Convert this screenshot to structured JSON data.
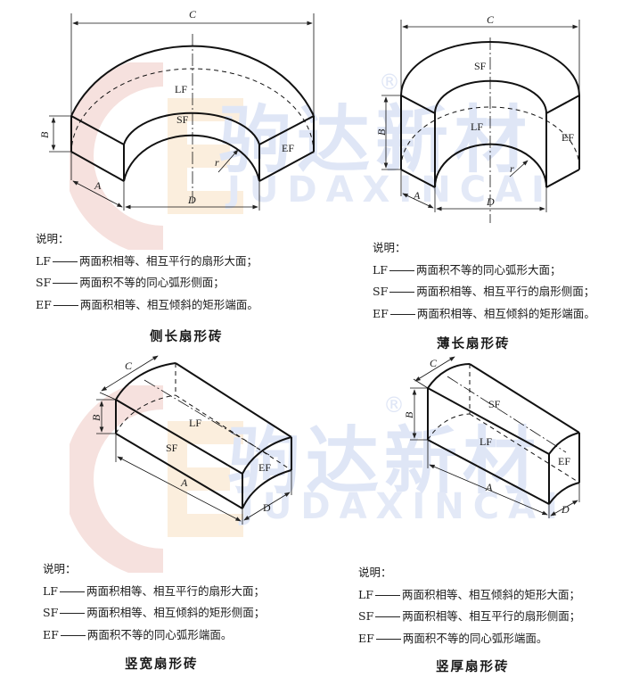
{
  "watermark": {
    "brand_cn": "驹达新材",
    "brand_en": "JUDAXINCAI",
    "registered_mark": "®",
    "colors": {
      "text_blue": "#dfe6f6",
      "logo_red": "#f6e1de",
      "logo_orange": "#fbeedd"
    }
  },
  "figures": [
    {
      "id": "side-long",
      "title": "侧长扇形砖",
      "dimension_labels": {
        "top": "C",
        "height": "B",
        "depth": "A",
        "bottom": "D",
        "radius": "r"
      },
      "face_labels": {
        "LF": "LF",
        "SF": "SF",
        "EF": "EF"
      },
      "notes_heading": "说明：",
      "notes": [
        {
          "code": "LF",
          "text": "两面积相等、相互平行的扇形大面；"
        },
        {
          "code": "SF",
          "text": "两面积不等的同心弧形侧面；"
        },
        {
          "code": "EF",
          "text": "两面积相等、相互倾斜的矩形端面。"
        }
      ]
    },
    {
      "id": "thin-long",
      "title": "薄长扇形砖",
      "dimension_labels": {
        "top": "C",
        "height": "B",
        "depth": "A",
        "bottom": "D",
        "radius": "r"
      },
      "face_labels": {
        "LF": "LF",
        "SF": "SF",
        "EF": "EF"
      },
      "notes_heading": "说明：",
      "notes": [
        {
          "code": "LF",
          "text": "两面积不等的同心弧形大面；"
        },
        {
          "code": "SF",
          "text": "两面积相等、相互平行的扇形侧面；"
        },
        {
          "code": "EF",
          "text": "两面积相等、相互倾斜的矩形端面。"
        }
      ]
    },
    {
      "id": "vertical-wide",
      "title": "竖宽扇形砖",
      "dimension_labels": {
        "top": "C",
        "height": "B",
        "length": "A",
        "end": "D"
      },
      "face_labels": {
        "LF": "LF",
        "SF": "SF",
        "EF": "EF"
      },
      "notes_heading": "说明：",
      "notes": [
        {
          "code": "LF",
          "text": "两面积相等、相互平行的扇形大面；"
        },
        {
          "code": "SF",
          "text": "两面积相等、相互倾斜的矩形侧面；"
        },
        {
          "code": "EF",
          "text": "两面积不等的同心弧形端面。"
        }
      ]
    },
    {
      "id": "vertical-thick",
      "title": "竖厚扇形砖",
      "dimension_labels": {
        "top": "C",
        "height": "B",
        "length": "A",
        "end": "D"
      },
      "face_labels": {
        "LF": "LF",
        "SF": "SF",
        "EF": "EF"
      },
      "notes_heading": "说明：",
      "notes": [
        {
          "code": "LF",
          "text": "两面积相等、相互倾斜的矩形大面；"
        },
        {
          "code": "SF",
          "text": "两面积相等、相互平行的扇形侧面；"
        },
        {
          "code": "EF",
          "text": "两面积不等的同心弧形端面。"
        }
      ]
    }
  ]
}
